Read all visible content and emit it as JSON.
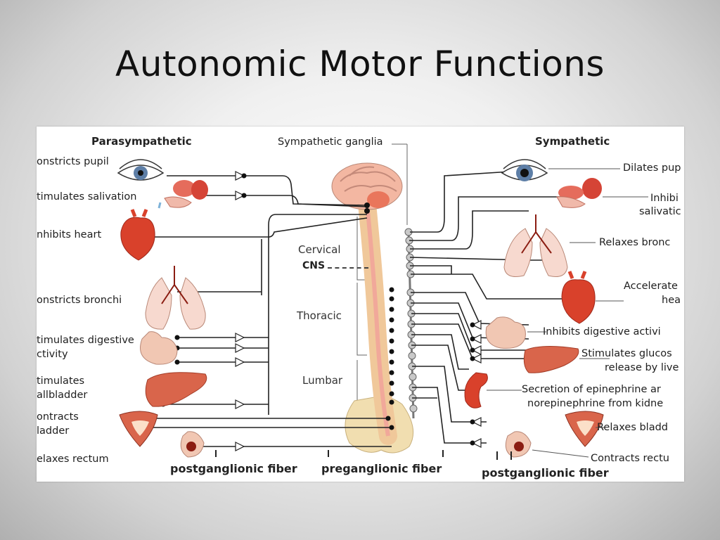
{
  "slide": {
    "title": "Autonomic Motor Functions"
  },
  "diagram": {
    "parasympathetic_header": "Parasympathetic",
    "sympathetic_header": "Sympathetic",
    "ganglia_label": "Sympathetic ganglia",
    "regions": {
      "cervical": "Cervical",
      "cns": "CNS",
      "thoracic": "Thoracic",
      "lumbar": "Lumbar"
    },
    "parasympathetic_effects": [
      "onstricts pupil",
      "timulates salivation",
      "nhibits heart",
      "onstricts bronchi",
      "timulates digestive",
      "ctivity",
      "timulates",
      "allbladder",
      "ontracts",
      "ladder",
      "elaxes rectum"
    ],
    "sympathetic_effects": [
      "Dilates pup",
      "Inhibi",
      "salivatic",
      "Relaxes bronc",
      "Accelerate",
      "hea",
      "Inhibits digestive activi",
      "Stimulates glucos",
      "release by live",
      "Secretion of epinephrine ar",
      "norepinephrine from kidne",
      "Relaxes bladd",
      "Contracts rectu"
    ],
    "fiber_labels": {
      "left_post": "postganglionic fiber",
      "pre": "preganglionic fiber",
      "right_post": "postganglionic fiber"
    },
    "organs": [
      "eye-icon",
      "salivary-gland-icon",
      "heart-icon",
      "lungs-icon",
      "stomach-icon",
      "liver-icon",
      "bladder-icon",
      "rectum-icon",
      "kidney-icon",
      "brain-icon",
      "spinal-cord-icon"
    ],
    "colors": {
      "organ_red": "#d9412b",
      "organ_pink": "#f0b9aa",
      "line": "#222222",
      "bone": "#f1deb0"
    }
  }
}
